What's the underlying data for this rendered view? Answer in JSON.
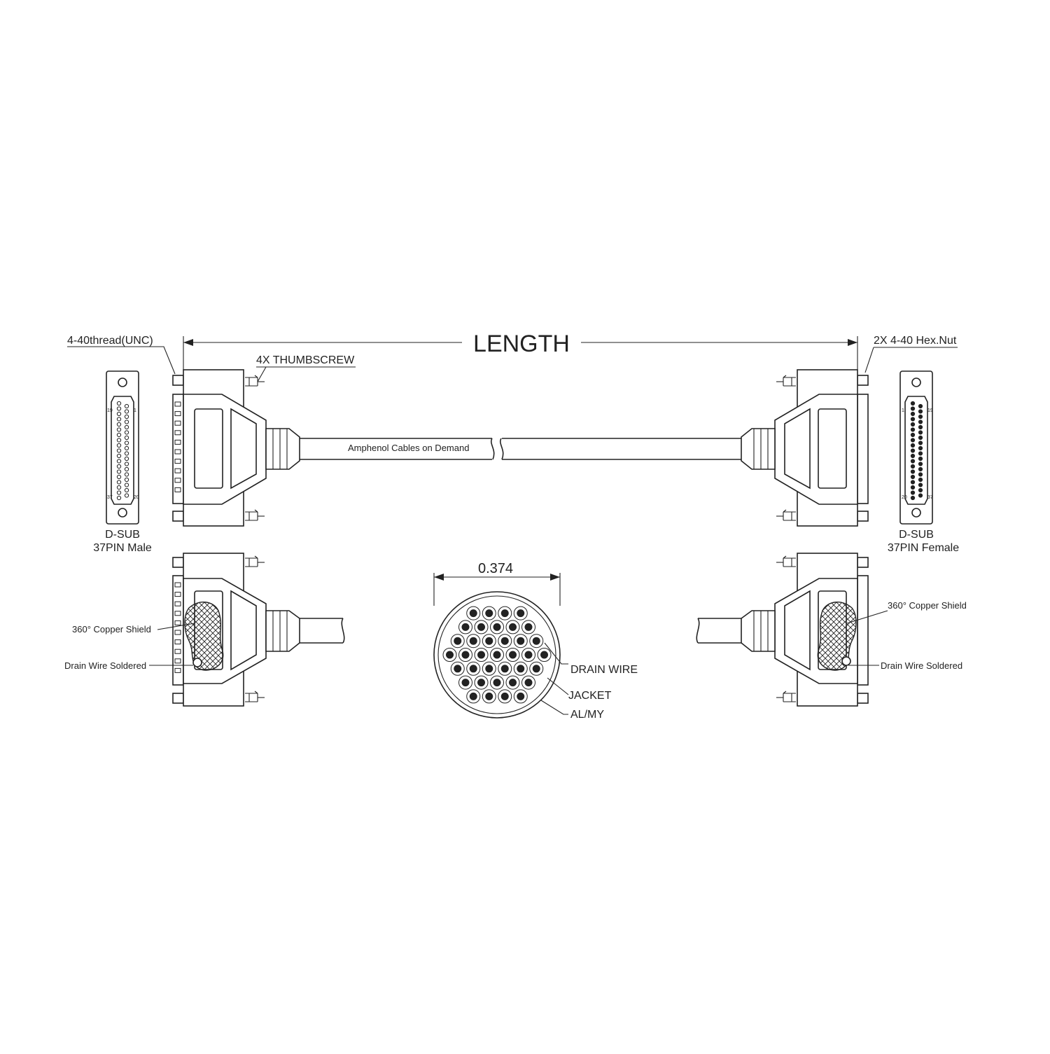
{
  "labels": {
    "length": "LENGTH",
    "thread": "4-40thread(UNC)",
    "thumbscrew": "4X THUMBSCREW",
    "hex_nut": "2X 4-40 Hex.Nut",
    "cable_print": "Amphenol Cables on Demand",
    "male_type": "D-SUB",
    "male_desc": "37PIN Male",
    "female_type": "D-SUB",
    "female_desc": "37PIN Female",
    "diameter": "0.374",
    "drain_wire": "DRAIN WIRE",
    "jacket": "JACKET",
    "almy": "AL/MY",
    "copper_shield_left": "360°  Copper Shield",
    "drain_soldered_left": "Drain Wire Soldered",
    "copper_shield_right": "360°  Copper Shield",
    "drain_soldered_right": "Drain Wire Soldered"
  },
  "colors": {
    "line": "#222222",
    "background": "#ffffff"
  }
}
